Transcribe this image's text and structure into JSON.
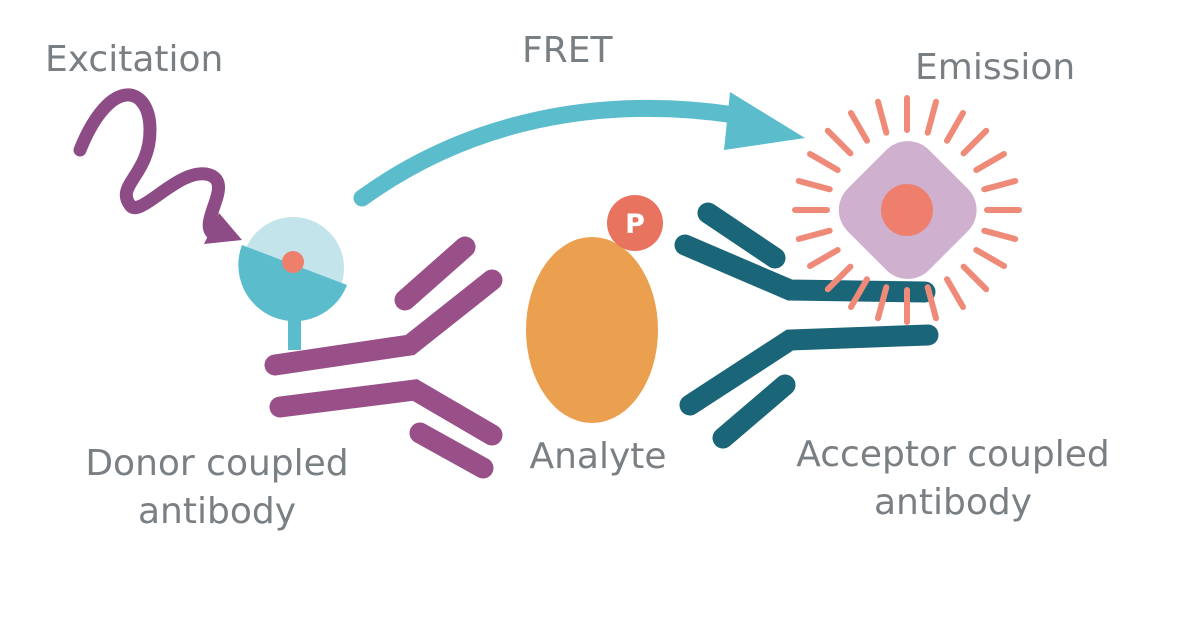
{
  "labels": {
    "excitation": "Excitation",
    "fret": "FRET",
    "emission": "Emission",
    "donor_line1": "Donor coupled",
    "donor_line2": "antibody",
    "analyte": "Analyte",
    "acceptor_line1": "Acceptor coupled",
    "acceptor_line2": "antibody",
    "phospho": "P"
  },
  "colors": {
    "text": "#7a7f83",
    "excitation_wave": "#8e4c86",
    "fret_arrow": "#5bbccb",
    "donor_antibody": "#995089",
    "acceptor_antibody": "#1a6577",
    "analyte": "#eba04f",
    "phospho_badge": "#e8735f",
    "donor_fluorophore": "#5bbccb",
    "donor_fluorophore_light": "#c3e4ea",
    "acceptor_body": "#cfb0ce",
    "acceptor_core": "#ee7f6c",
    "emission_rays": "#ef8a78"
  }
}
